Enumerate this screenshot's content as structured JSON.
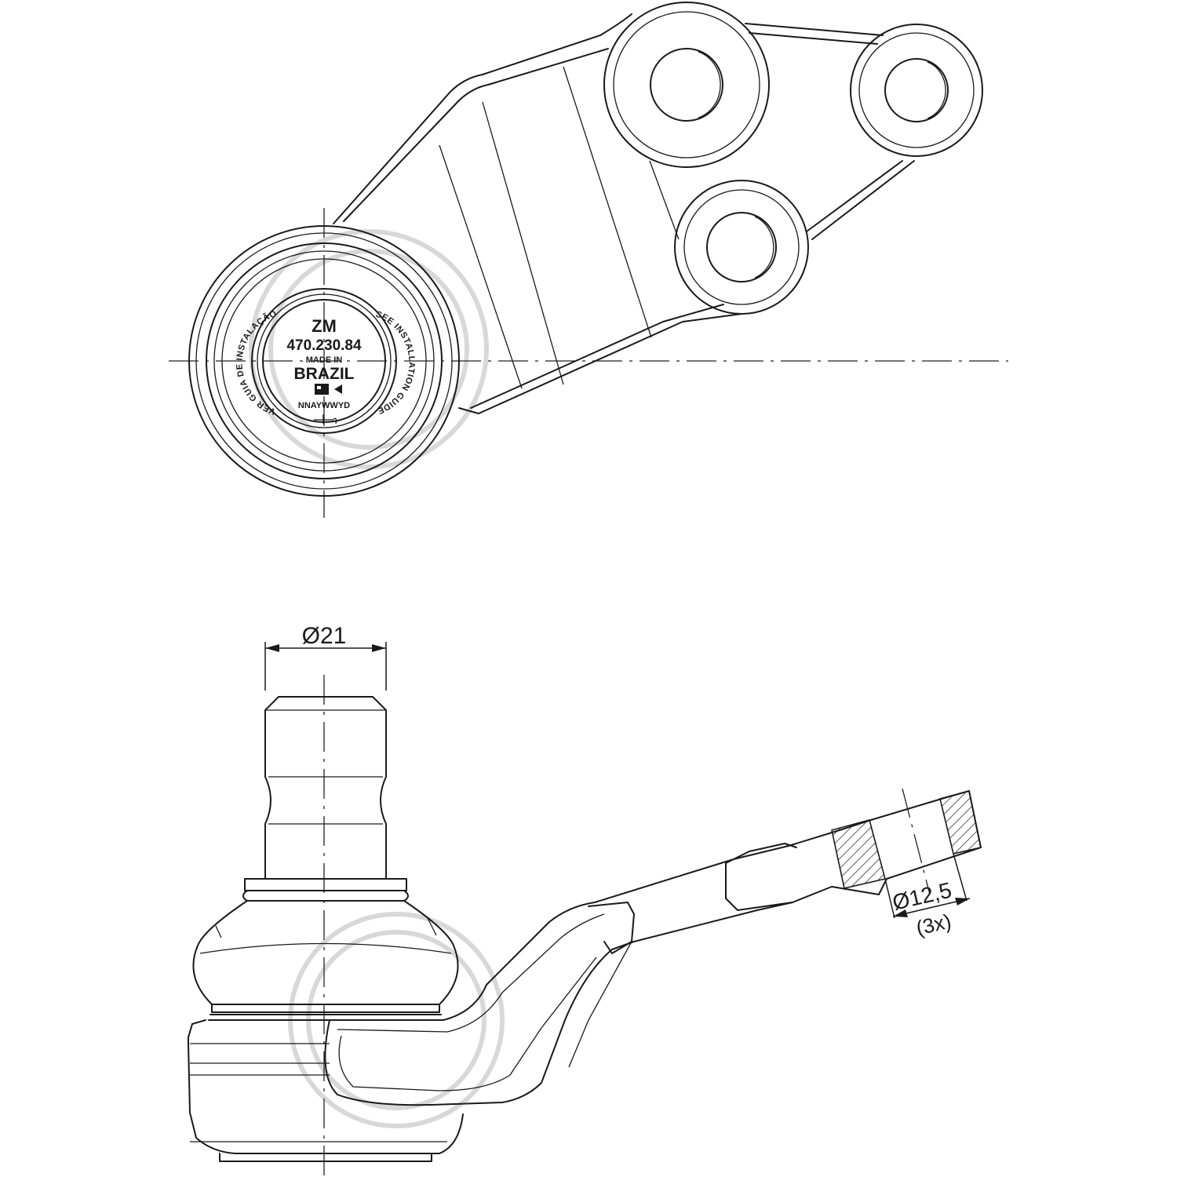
{
  "stamp": {
    "brand": "ZM",
    "part_number": "470.230.84",
    "made_in": "MADE IN",
    "country": "BRAZIL",
    "date_code": "NNAYWWYD",
    "ring_left": "VER GUIA DE INSTALAÇÃO",
    "ring_right": "SEE INSTALLATION GUIDE"
  },
  "dimensions": {
    "stud_diameter": "Ø21",
    "hole_diameter": "Ø12,5",
    "hole_count": "(3x)"
  }
}
